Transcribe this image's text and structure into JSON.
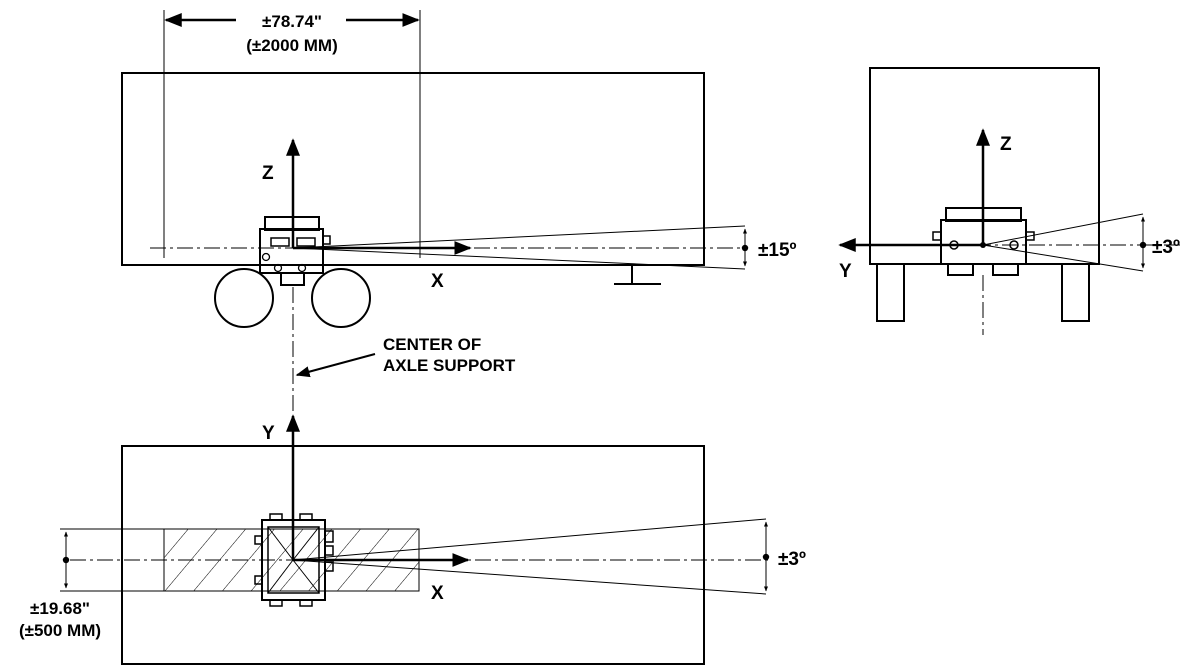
{
  "labels": {
    "dim_width_in": "±78.74\"",
    "dim_width_mm": "(±2000 MM)",
    "pitch_angle": "±15º",
    "roll_angle": "±3º",
    "yaw_angle": "±3º",
    "dim_offset_in": "±19.68\"",
    "dim_offset_mm": "(±500 MM)",
    "center_line1": "CENTER OF",
    "center_line2": "AXLE SUPPORT"
  },
  "axes": {
    "side_vertical": "Z",
    "side_horizontal": "X",
    "rear_vertical": "Z",
    "rear_horizontal": "Y",
    "top_vertical": "Y",
    "top_horizontal": "X"
  }
}
